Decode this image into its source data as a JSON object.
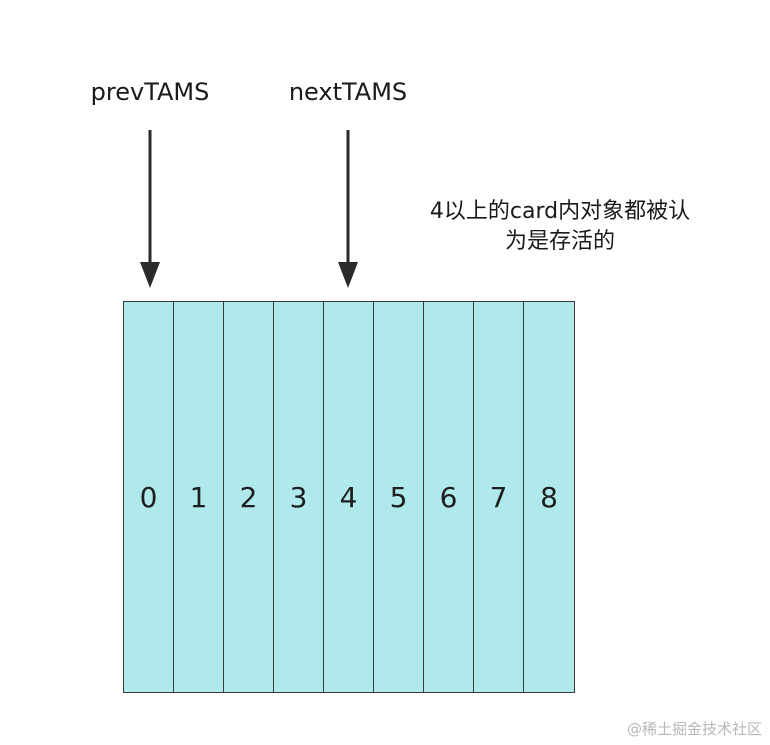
{
  "pointers": {
    "prev": "prevTAMS",
    "next": "nextTAMS"
  },
  "note": {
    "line1": "4以上的card内对象都被认",
    "line2": "为是存活的"
  },
  "cards": [
    "0",
    "1",
    "2",
    "3",
    "4",
    "5",
    "6",
    "7",
    "8"
  ],
  "colors": {
    "card_fill": "#b0e9ec",
    "border": "#3a3a3a",
    "arrow": "#2b2b2b"
  },
  "watermark": "@稀土掘金技术社区"
}
